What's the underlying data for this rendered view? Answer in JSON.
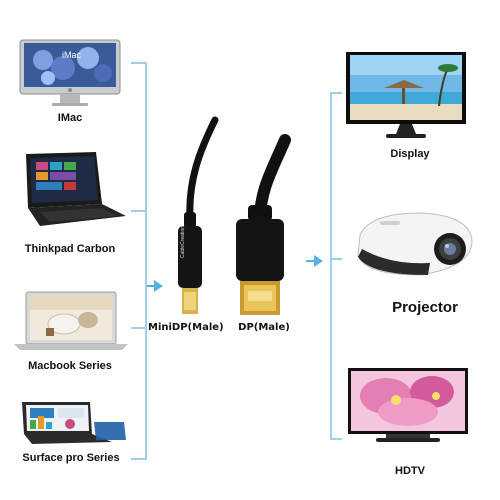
{
  "sources": [
    {
      "label": "IMac",
      "icon": "imac-icon",
      "screen_text": "iMac"
    },
    {
      "label": "Thinkpad Carbon",
      "icon": "thinkpad-laptop-icon"
    },
    {
      "label": "Macbook Series",
      "icon": "macbook-laptop-icon"
    },
    {
      "label": "Surface pro Series",
      "icon": "surface-tablet-icon"
    }
  ],
  "connectors": {
    "minidp_label": "MiniDP(Male)",
    "dp_label": "DP(Male)",
    "brand_text": "CableCreation"
  },
  "destinations": [
    {
      "label": "Display",
      "icon": "display-monitor-icon"
    },
    {
      "label": "Projector",
      "icon": "projector-icon"
    },
    {
      "label": "HDTV",
      "icon": "hdtv-icon"
    }
  ],
  "colors": {
    "line": "#9fd0ea",
    "arrow": "#5aaee0",
    "cable": "#111111",
    "gold": "#d8b24a"
  }
}
